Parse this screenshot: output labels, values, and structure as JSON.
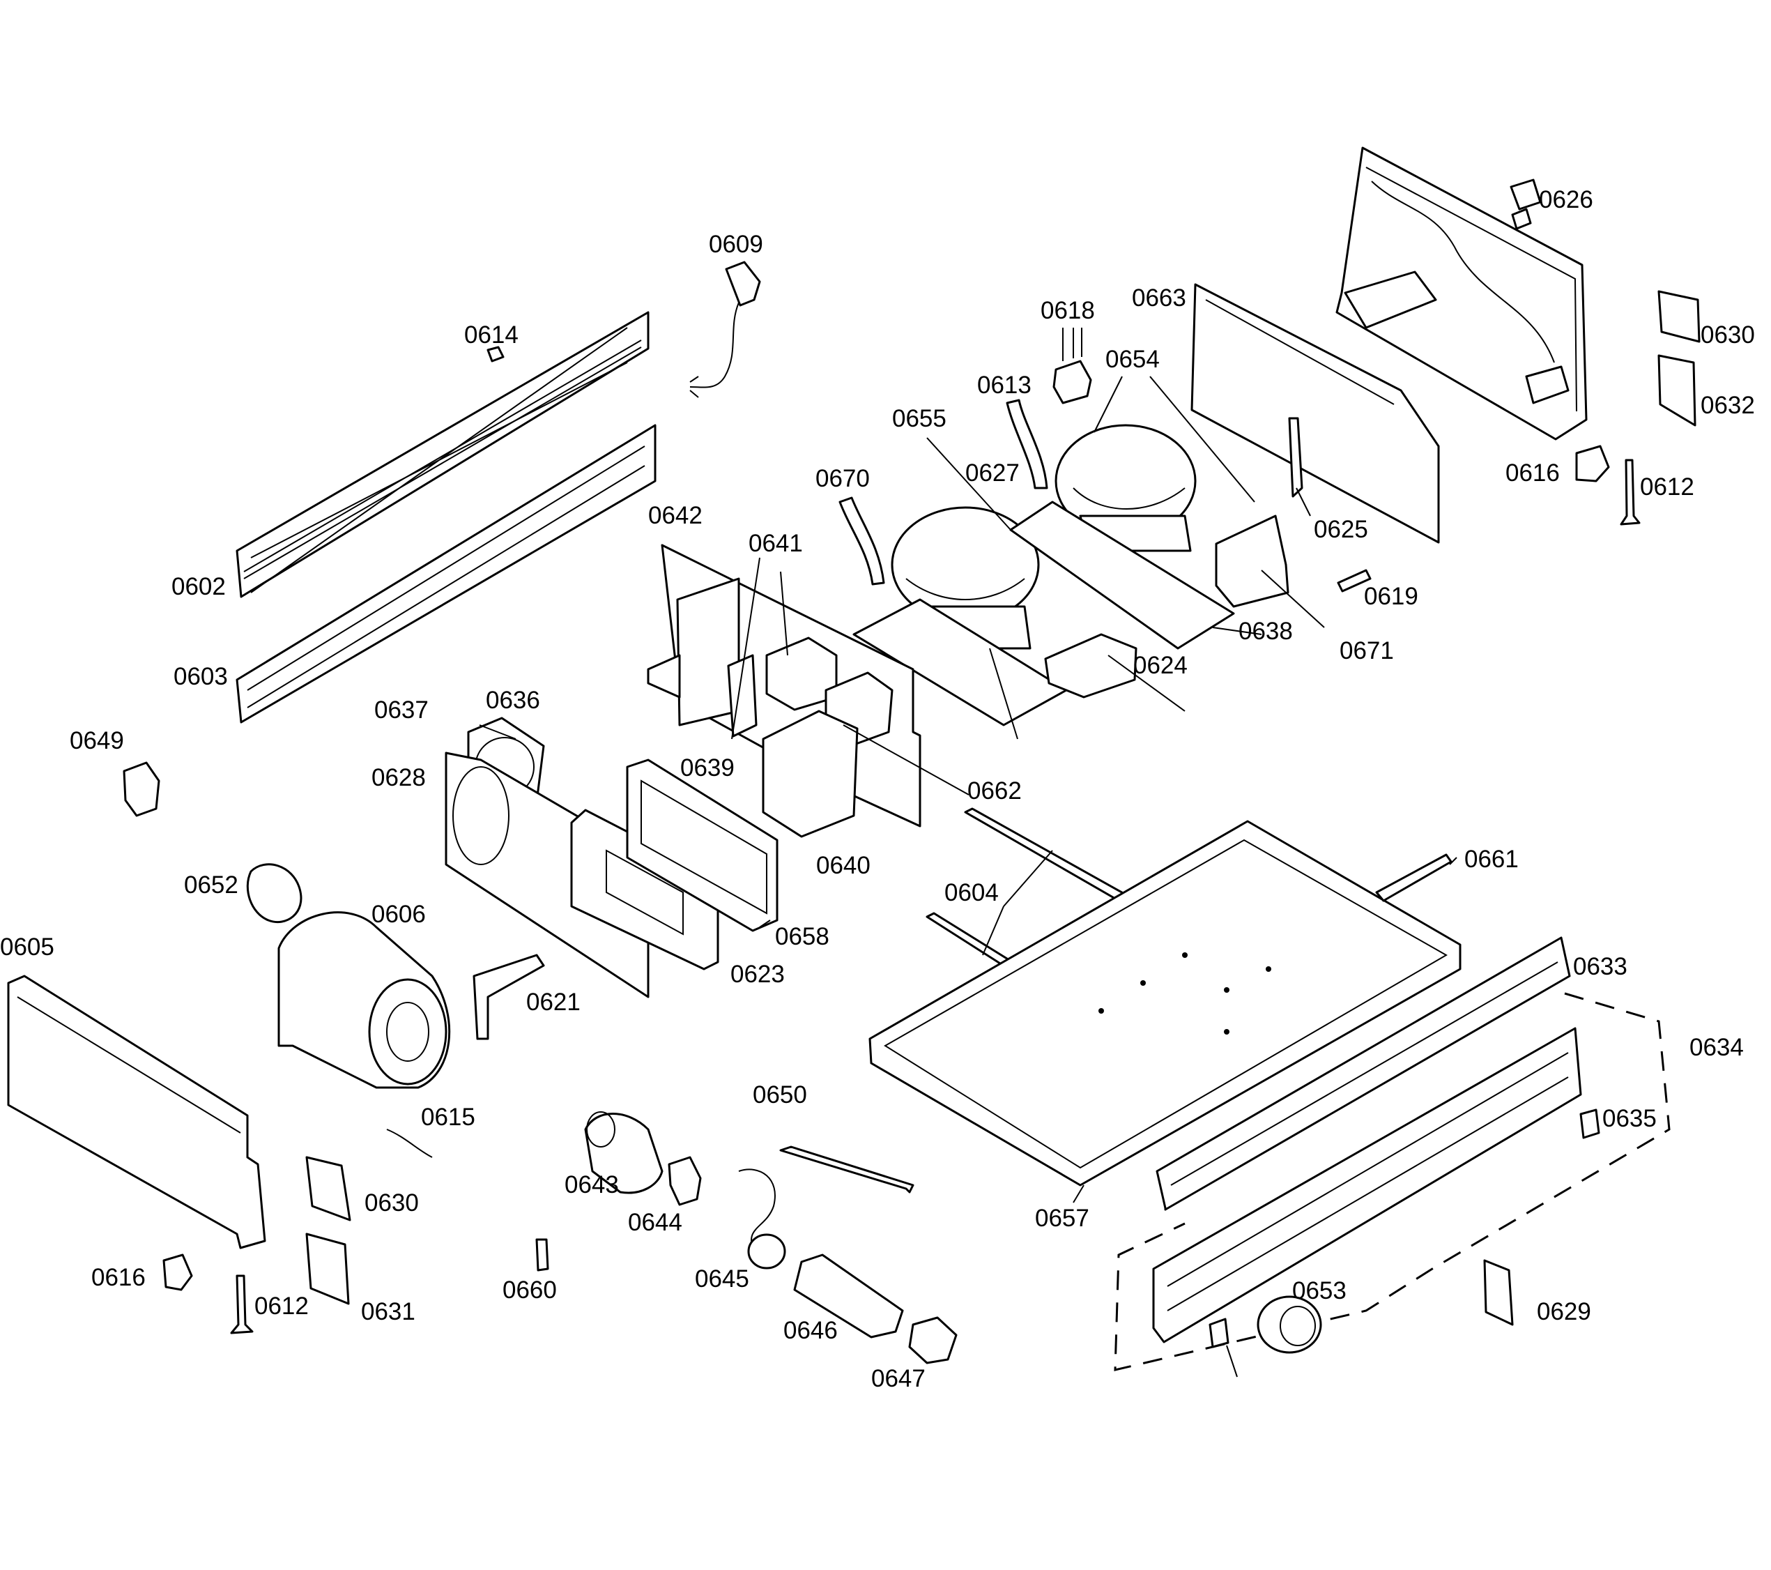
{
  "diagram": {
    "labels": [
      "0609",
      "0614",
      "0602",
      "0603",
      "0618",
      "0663",
      "0626",
      "0630",
      "0632",
      "0616",
      "0612",
      "0613",
      "0654",
      "0655",
      "0627",
      "0670",
      "0625",
      "0619",
      "0671",
      "0638",
      "0642",
      "0641",
      "0624",
      "0639",
      "0637",
      "0636",
      "0628",
      "0649",
      "0662",
      "0640",
      "0661",
      "0652",
      "0606",
      "0604",
      "0658",
      "0623",
      "0605",
      "0621",
      "0633",
      "0634",
      "0635",
      "0615",
      "0650",
      "0643",
      "0644",
      "0630",
      "0657",
      "0645",
      "0660",
      "0616",
      "0612",
      "0631",
      "0646",
      "0647",
      "0653",
      "0629"
    ]
  }
}
